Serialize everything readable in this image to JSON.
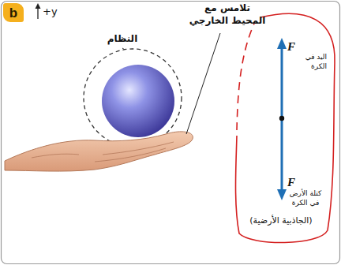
{
  "diagram": {
    "nodes": [
      {
        "text": [
          "b"
        ]
      }
    ],
    "labels": [
      "+y",
      "تلامس مع المحيط الخارجي",
      "النظام",
      "F",
      "اليد في الكرة",
      "F",
      "كتلة الأرض في الكرة",
      "(الجاذبية الأرضية)"
    ]
  }
}
